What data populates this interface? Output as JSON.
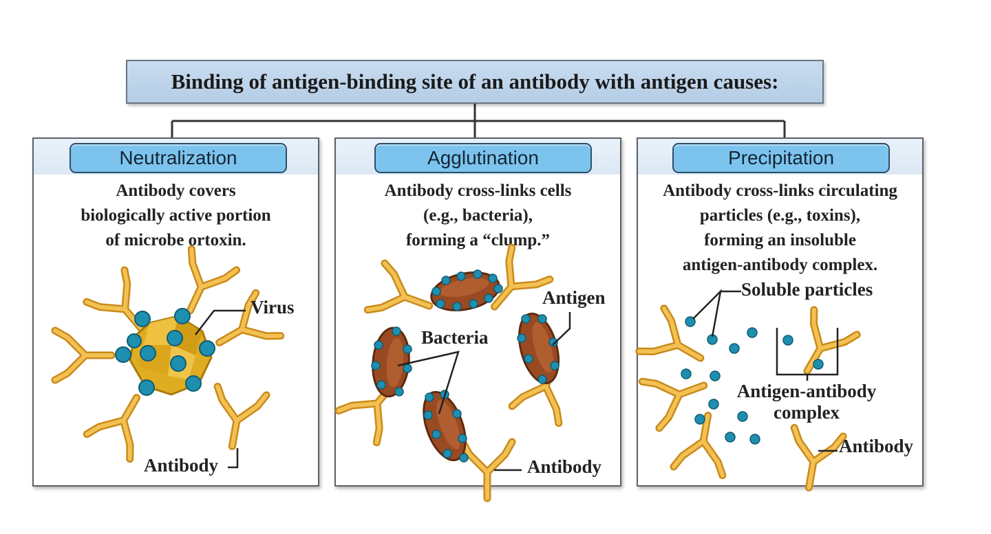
{
  "header": {
    "title": "Binding of antigen-binding site of an antibody with antigen causes:"
  },
  "panels": [
    {
      "title": "Neutralization",
      "description": [
        "Antibody covers",
        "biologically active portion",
        "of microbe ortoxin."
      ],
      "labels": {
        "virus": "Virus",
        "antibody": "Antibody"
      }
    },
    {
      "title": "Agglutination",
      "description": [
        "Antibody cross-links cells",
        "(e.g., bacteria),",
        "forming a “clump.”"
      ],
      "labels": {
        "antigen": "Antigen",
        "bacteria": "Bacteria",
        "antibody": "Antibody"
      }
    },
    {
      "title": "Precipitation",
      "description": [
        "Antibody cross-links circulating",
        "particles (e.g., toxins),",
        "forming an insoluble",
        "antigen-antibody complex."
      ],
      "labels": {
        "soluble": "Soluble particles",
        "complex": [
          "Antigen-antibody",
          "complex"
        ],
        "antibody": "Antibody"
      }
    }
  ],
  "colors": {
    "antibody": "#f0b43c",
    "antigen": "#1f8fb0",
    "bacteria": "#9a4a22",
    "virus": "#e0ad22",
    "pill": "#7cc4ee",
    "header": "#bdd3ea"
  }
}
